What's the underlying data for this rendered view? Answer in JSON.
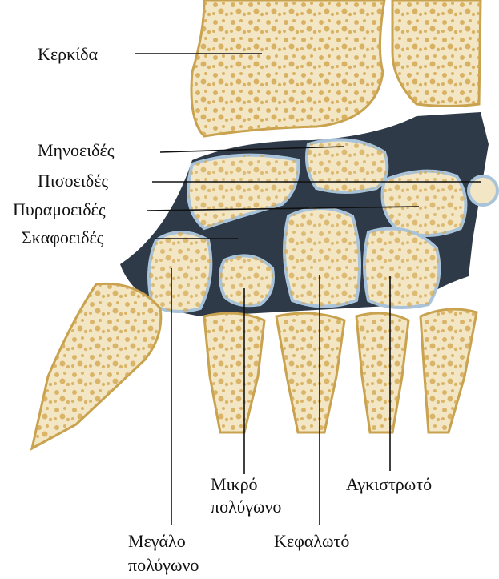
{
  "title": "",
  "colors": {
    "bone": "#F2E6C4",
    "bone_edge": "#C8A24E",
    "joint_dark": "#2E3A48",
    "cartilage": "#A9C4DA",
    "pores": "#D4A852",
    "leader": "#111111"
  },
  "labels": {
    "radius": "Κερκίδα",
    "lunate": "Μηνοειδές",
    "pisiform": "Πισοειδές",
    "triquetrum": "Πυραμοειδές",
    "scaphoid": "Σκαφοειδές",
    "trapezoid_line1": "Μικρό",
    "trapezoid_line2": "πολύγωνο",
    "hamate": "Αγκιστρωτό",
    "trapezium_line1": "Μεγάλο",
    "trapezium_line2": "πολύγωνο",
    "capitate": "Κεφαλωτό"
  }
}
